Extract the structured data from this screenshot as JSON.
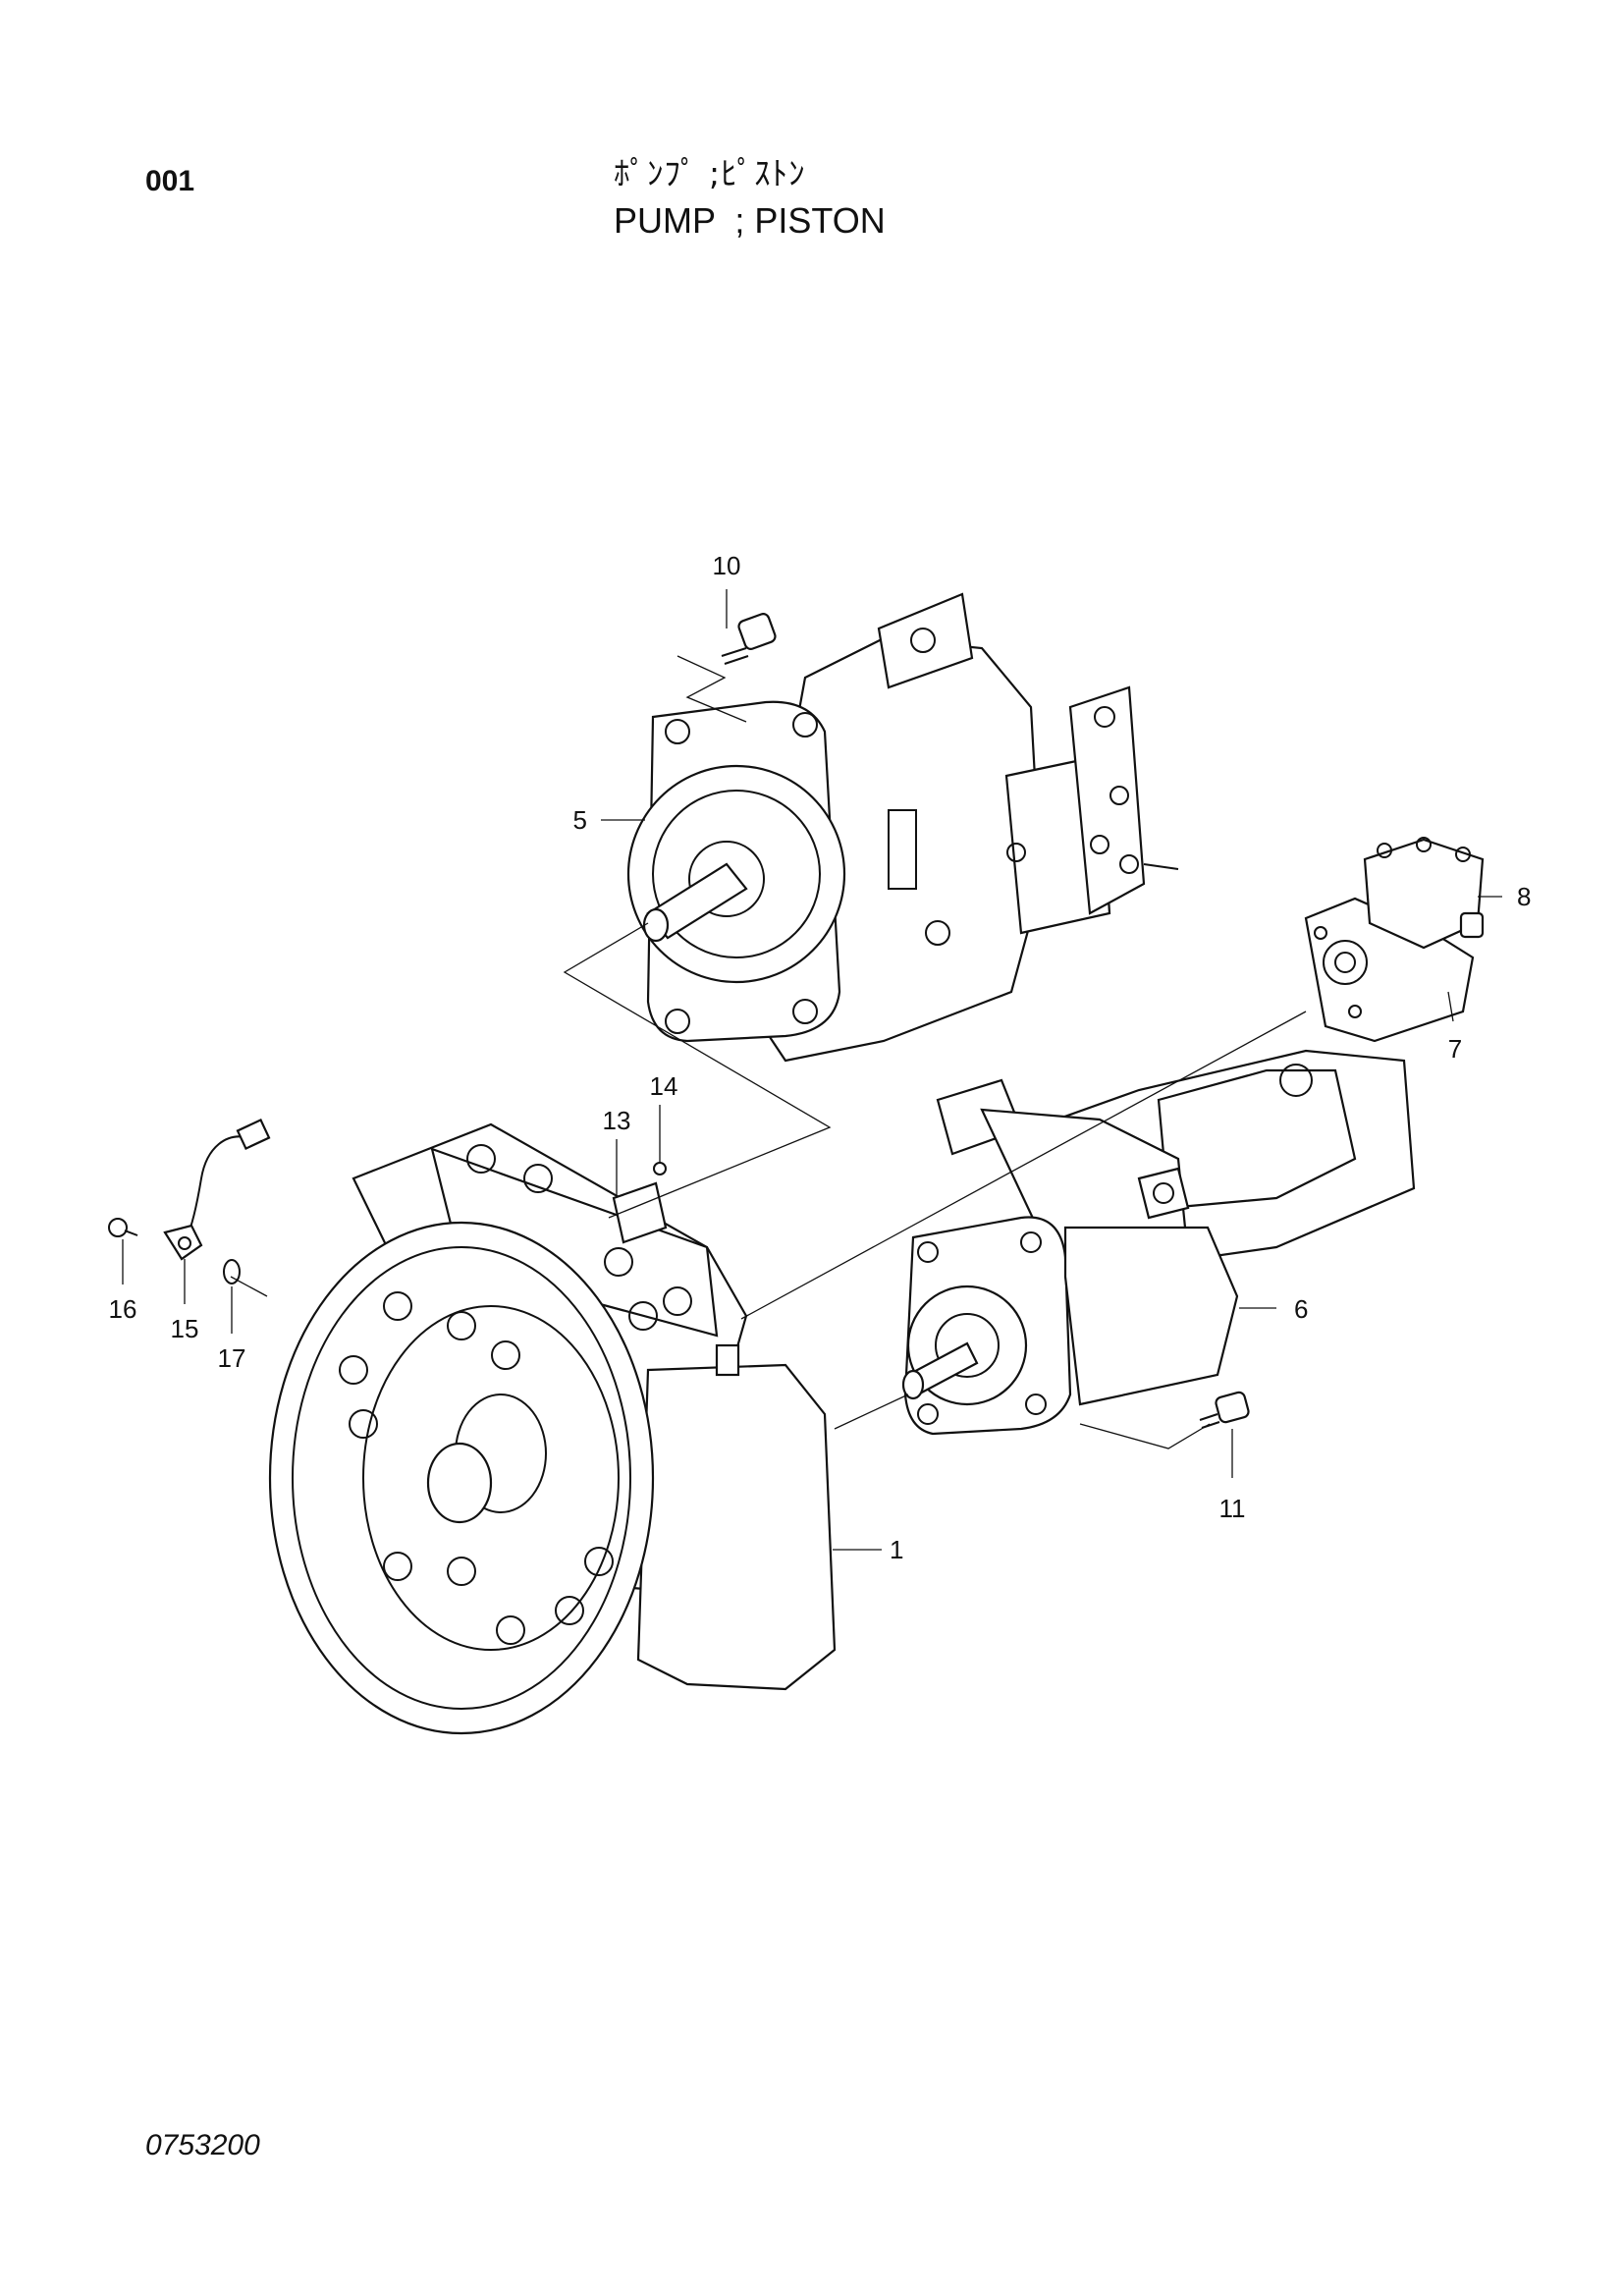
{
  "page_number": "001",
  "title": {
    "japanese": "ﾎﾟﾝﾌﾟ ;ﾋﾟｽﾄﾝ",
    "english": "PUMP  ; PISTON"
  },
  "drawing_code": "0753200",
  "callouts": {
    "c1": "1",
    "c5": "5",
    "c6": "6",
    "c7": "7",
    "c8": "8",
    "c10": "10",
    "c11": "11",
    "c13": "13",
    "c14": "14",
    "c15": "15",
    "c16": "16",
    "c17": "17"
  }
}
